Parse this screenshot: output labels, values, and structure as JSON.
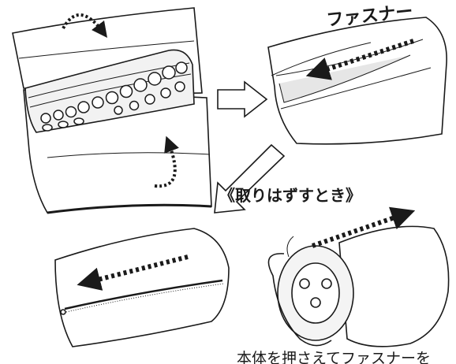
{
  "labels": {
    "zipper": "ファスナー",
    "removal_heading": "《取りはずすとき》",
    "caption_partial": "本体を押さえてファスナーを"
  },
  "colors": {
    "line": "#1a1a1a",
    "fill": "#ffffff",
    "shade": "#e6e6e6"
  },
  "icons": [
    "curved-dotted-arrow-icon",
    "hollow-arrow-right-icon",
    "hollow-arrow-down-left-icon",
    "dotted-straight-arrow-icon"
  ]
}
